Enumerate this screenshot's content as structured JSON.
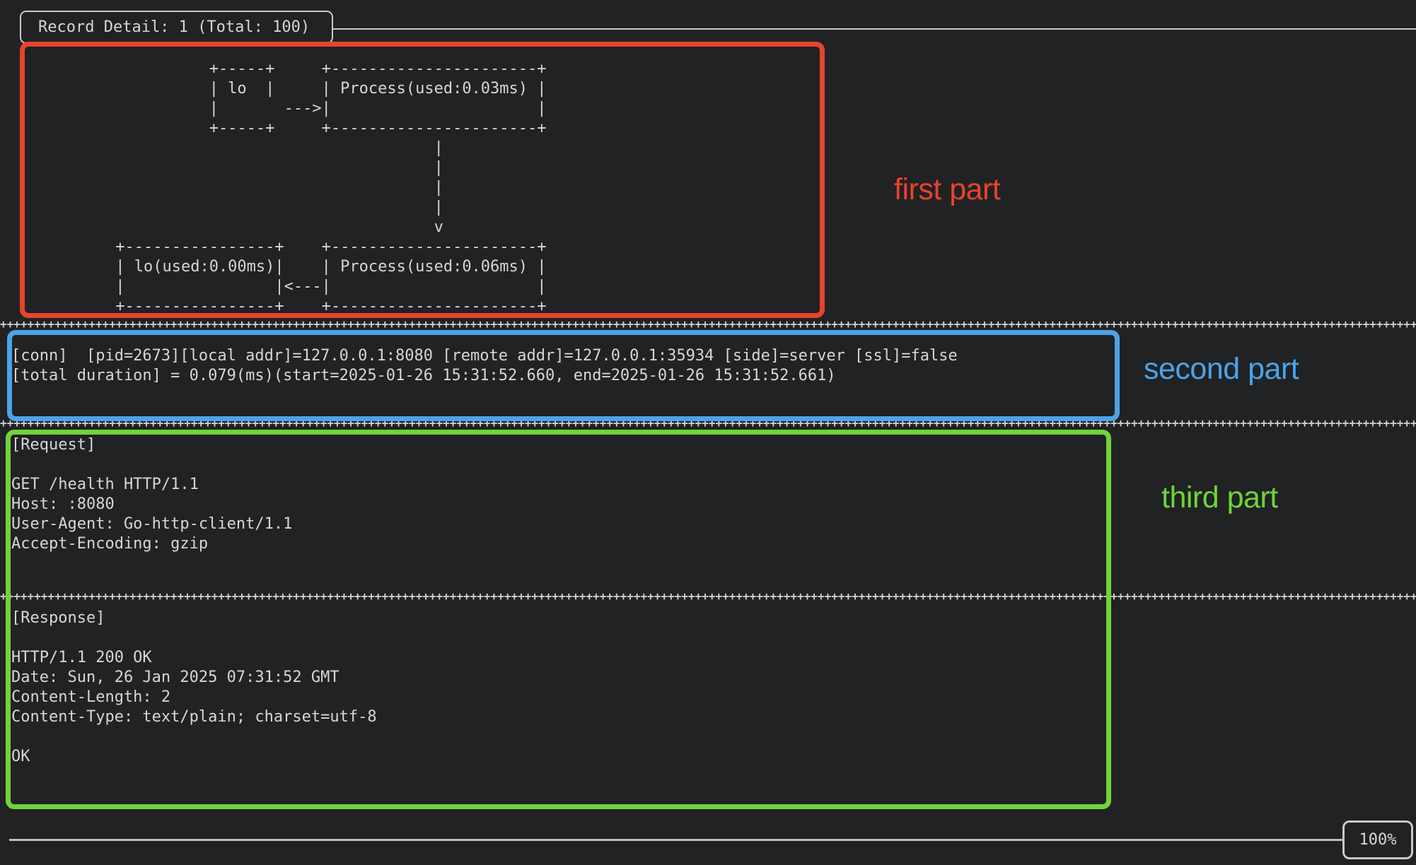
{
  "colors": {
    "background": "#212223",
    "terminal_text": "#d6d6d6",
    "terminal_border": "#c8c8c8",
    "annotation_red": "#e8432b",
    "annotation_blue": "#4ba3e8",
    "annotation_green": "#6fd43a"
  },
  "header": {
    "title": "Record Detail: 1 (Total: 100)"
  },
  "diagram": {
    "lines": [
      "           +-----+     +----------------------+",
      "           | lo  |     | Process(used:0.03ms) |",
      "           |       --->|                      |",
      "           +-----+     +----------------------+",
      "                                   |",
      "                                   |",
      "                                   |",
      "                                   |",
      "                                   v",
      " +----------------+    +----------------------+",
      " | lo(used:0.00ms)|    | Process(used:0.06ms) |",
      " |                |<---|                      |",
      " +----------------+    +----------------------+"
    ]
  },
  "separator": {
    "char": "+",
    "count": 210
  },
  "conn": {
    "lines": [
      "[conn]  [pid=2673][local addr]=127.0.0.1:8080 [remote addr]=127.0.0.1:35934 [side]=server [ssl]=false",
      "[total duration] = 0.079(ms)(start=2025-01-26 15:31:52.660, end=2025-01-26 15:31:52.661)"
    ]
  },
  "request": {
    "lines": [
      "[Request]",
      "",
      "GET /health HTTP/1.1",
      "Host: :8080",
      "User-Agent: Go-http-client/1.1",
      "Accept-Encoding: gzip"
    ]
  },
  "response": {
    "lines": [
      "[Response]",
      "",
      "HTTP/1.1 200 OK",
      "Date: Sun, 26 Jan 2025 07:31:52 GMT",
      "Content-Length: 2",
      "Content-Type: text/plain; charset=utf-8",
      "",
      "OK"
    ]
  },
  "statusbar": {
    "scroll_percent": "100%"
  },
  "annotations": {
    "first": {
      "label": "first part",
      "color": "#e8432b"
    },
    "second": {
      "label": "second part",
      "color": "#4ba3e8"
    },
    "third": {
      "label": "third part",
      "color": "#6fd43a"
    }
  }
}
